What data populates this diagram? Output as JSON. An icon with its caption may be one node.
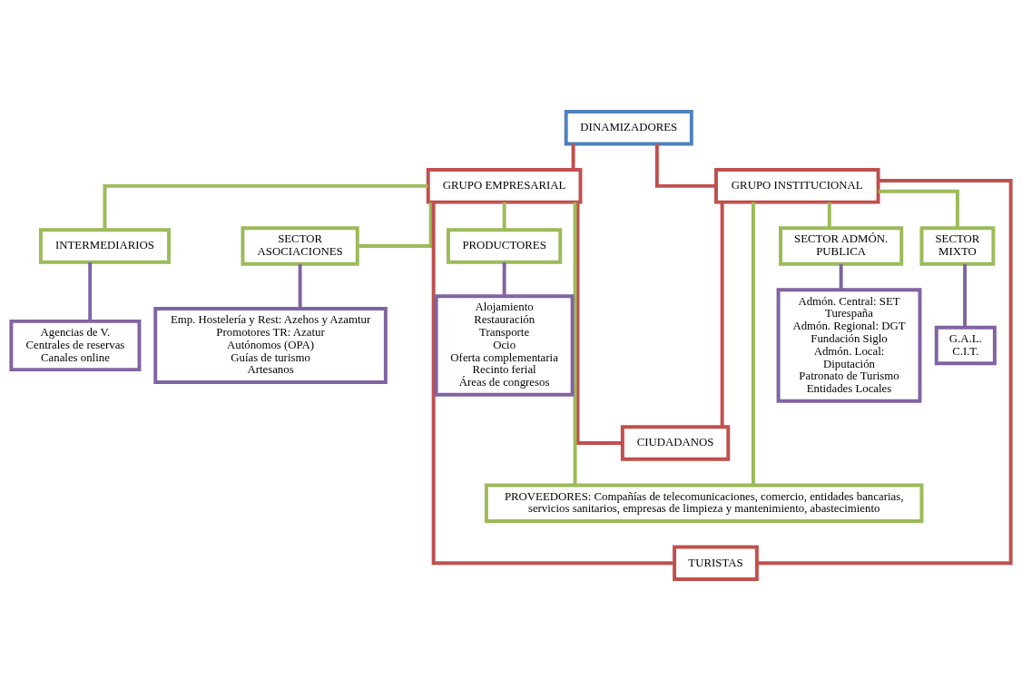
{
  "diagram": {
    "nodes": [
      {
        "text": [
          "DINAMIZADORES"
        ]
      },
      {
        "text": [
          "GRUPO EMPRESARIAL"
        ]
      },
      {
        "text": [
          "GRUPO INSTITUCIONAL"
        ]
      },
      {
        "text": [
          "PRODUCTORES"
        ]
      },
      {
        "text": [
          "INTERMEDIARIOS"
        ]
      },
      {
        "text": [
          "SECTOR ASOCIACIONES"
        ]
      },
      {
        "text": [
          "SECTOR ADMÓN. PUBLICA"
        ]
      },
      {
        "text": [
          "SECTOR MIXTO"
        ]
      },
      {
        "text": [
          "Alojamiento",
          "Restauración",
          "Transporte",
          "Ocio",
          "Oferta complementaria",
          "Recinto ferial",
          "Áreas de congresos"
        ]
      },
      {
        "text": [
          "Agencias de V.",
          "Centrales de reservas",
          "Canales online"
        ]
      },
      {
        "text": [
          "Emp. Hostelería y Rest: Azehos y Azamtur",
          "Promotores TR: Azatur",
          "Autónomos (OPA)",
          "Guías de turismo",
          "Artesanos"
        ]
      },
      {
        "text": [
          "Admón. Central: SET",
          "Turespaña",
          "Admón. Regional: DGT",
          "Fundación Siglo",
          "Admón. Local:",
          "Diputación",
          "Patronato de Turismo",
          "Entidades Locales"
        ]
      },
      {
        "text": [
          "G.A.L.",
          "C.I.T."
        ]
      },
      {
        "text": [
          "CIUDADANOS"
        ]
      },
      {
        "text": [
          "PROVEEDORES: Compañías de telecomunicaciones, comercio, entidades bancarias, servicios sanitarios, empresas de limpieza y mantenimiento, abastecimiento"
        ]
      },
      {
        "text": [
          "TURISTAS"
        ]
      }
    ],
    "edges": [
      {
        "from": 0,
        "to": 1,
        "arrow": "none",
        "color": "#c0504d"
      },
      {
        "from": 0,
        "to": 2,
        "arrow": "none",
        "color": "#c0504d"
      },
      {
        "from": 1,
        "to": 3,
        "arrow": "none"
      },
      {
        "from": 1,
        "to": 4,
        "arrow": "none"
      },
      {
        "from": 1,
        "to": 5,
        "arrow": "none"
      },
      {
        "from": 2,
        "to": 6,
        "arrow": "none"
      },
      {
        "from": 2,
        "to": 7,
        "arrow": "none"
      },
      {
        "from": 3,
        "to": 8,
        "arrow": "none",
        "color": "#8064a2"
      },
      {
        "from": 4,
        "to": 9,
        "arrow": "none",
        "color": "#8064a2"
      },
      {
        "from": 5,
        "to": 10,
        "arrow": "none",
        "color": "#8064a2"
      },
      {
        "from": 6,
        "to": 11,
        "arrow": "none",
        "color": "#8064a2"
      },
      {
        "from": 7,
        "to": 12,
        "arrow": "none",
        "color": "#8064a2"
      },
      {
        "from": 1,
        "to": 13,
        "arrow": "none",
        "color": "#c0504d"
      },
      {
        "from": 2,
        "to": 13,
        "arrow": "none",
        "color": "#c0504d"
      },
      {
        "from": 1,
        "to": 14,
        "arrow": "none"
      },
      {
        "from": 2,
        "to": 14,
        "arrow": "none"
      },
      {
        "from": 1,
        "to": 15,
        "arrow": "none",
        "color": "#c0504d"
      },
      {
        "from": 2,
        "to": 15,
        "arrow": "none",
        "color": "#c0504d"
      }
    ]
  }
}
